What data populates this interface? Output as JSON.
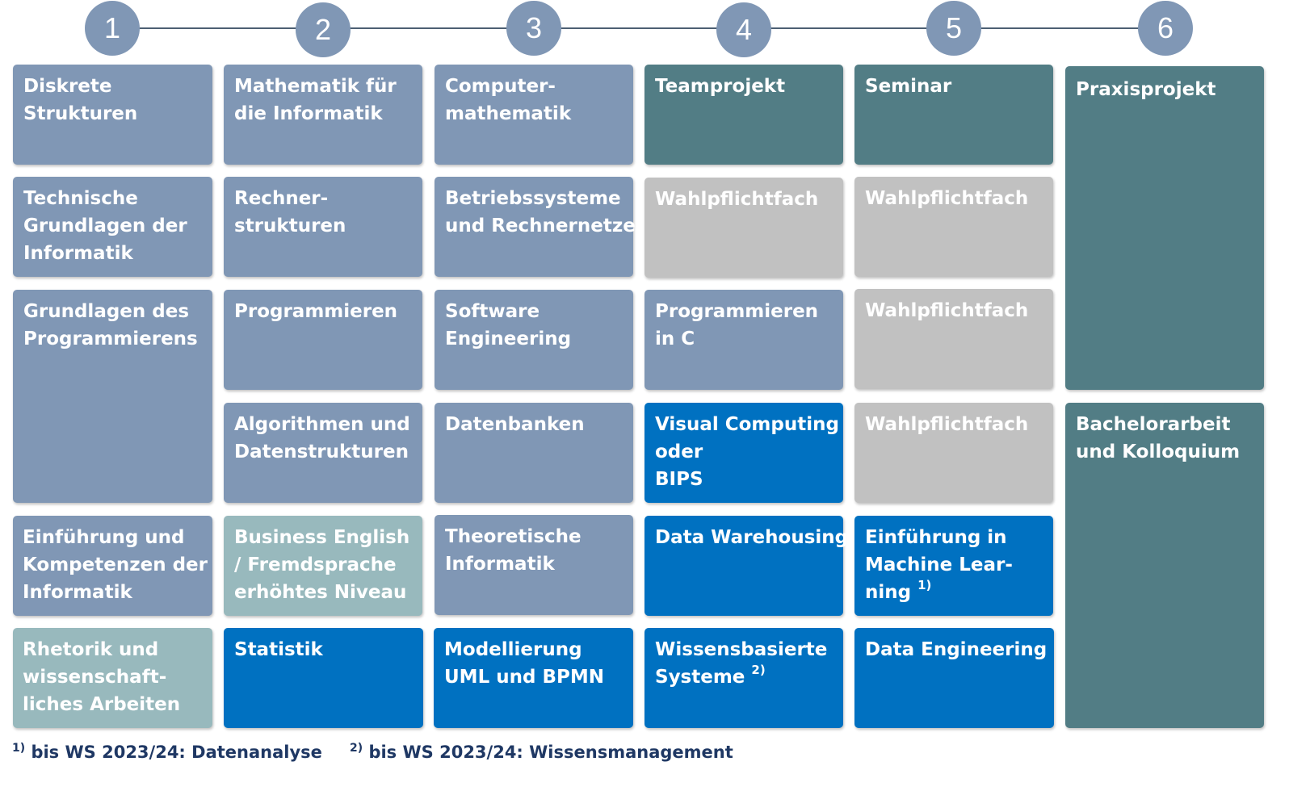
{
  "semesters": [
    "1",
    "2",
    "3",
    "4",
    "5",
    "6"
  ],
  "modules": {
    "diskrete_strukturen": [
      "Diskrete",
      "Strukturen"
    ],
    "mathematik_informatik": [
      "Mathematik für",
      "die Informatik"
    ],
    "computermathematik": [
      "Computer-",
      "mathematik"
    ],
    "teamprojekt": [
      "Teamprojekt"
    ],
    "seminar": [
      "Seminar"
    ],
    "praxisprojekt": [
      "Praxisprojekt"
    ],
    "technische_grundlagen": [
      "Technische",
      "Grundlagen der",
      "Informatik"
    ],
    "rechnerstrukturen": [
      "Rechner-",
      "strukturen"
    ],
    "betriebssysteme": [
      "Betriebssysteme",
      "und Rechnernetze"
    ],
    "wahlpflicht_4a": [
      "Wahlpflichtfach"
    ],
    "wahlpflicht_5a": [
      "Wahlpflichtfach"
    ],
    "grundlagen_programmierens": [
      "Grundlagen des",
      "Programmierens"
    ],
    "programmieren": [
      "Programmieren"
    ],
    "software_engineering": [
      "Software",
      "Engineering"
    ],
    "programmieren_c": [
      "Programmieren",
      "in C"
    ],
    "wahlpflicht_5b": [
      "Wahlpflichtfach"
    ],
    "algorithmen": [
      "Algorithmen und",
      "Datenstrukturen"
    ],
    "datenbanken": [
      "Datenbanken"
    ],
    "visual_computing": [
      "Visual Computing",
      "oder",
      "BIPS"
    ],
    "wahlpflicht_5c": [
      "Wahlpflichtfach"
    ],
    "bachelorarbeit": [
      "Bachelorarbeit",
      "und Kolloquium"
    ],
    "einfuehrung_kompetenzen": [
      "Einführung und",
      "Kompetenzen der",
      "Informatik"
    ],
    "business_english": [
      "Business English",
      "/ Fremdsprache",
      "erhöhtes Niveau"
    ],
    "theoretische_informatik": [
      "Theoretische",
      "Informatik"
    ],
    "data_warehousing": [
      "Data Warehousing"
    ],
    "machine_learning": [
      "Einführung in",
      "Machine Lear-",
      "ning"
    ],
    "machine_learning_note": "1)",
    "rhetorik": [
      "Rhetorik und",
      "wissenschaft-",
      "liches Arbeiten"
    ],
    "statistik": [
      "Statistik"
    ],
    "modellierung": [
      "Modellierung",
      "UML und BPMN"
    ],
    "wissensbasierte": [
      "Wissensbasierte",
      "Systeme"
    ],
    "wissensbasierte_note": "2)",
    "data_engineering": [
      "Data Engineering"
    ]
  },
  "footnotes": [
    {
      "marker": "1)",
      "text": " bis WS 2023/24: Datenanalyse"
    },
    {
      "marker": "2)",
      "text": " bis WS 2023/24: Wissensmanagement"
    }
  ],
  "colors": {
    "core_module": "#8097b5",
    "project": "#527d85",
    "elective": "#c1c1c1",
    "specialization": "#0071c1",
    "soft_skill": "#98b9bd",
    "footnote_text": "#1f3864"
  }
}
